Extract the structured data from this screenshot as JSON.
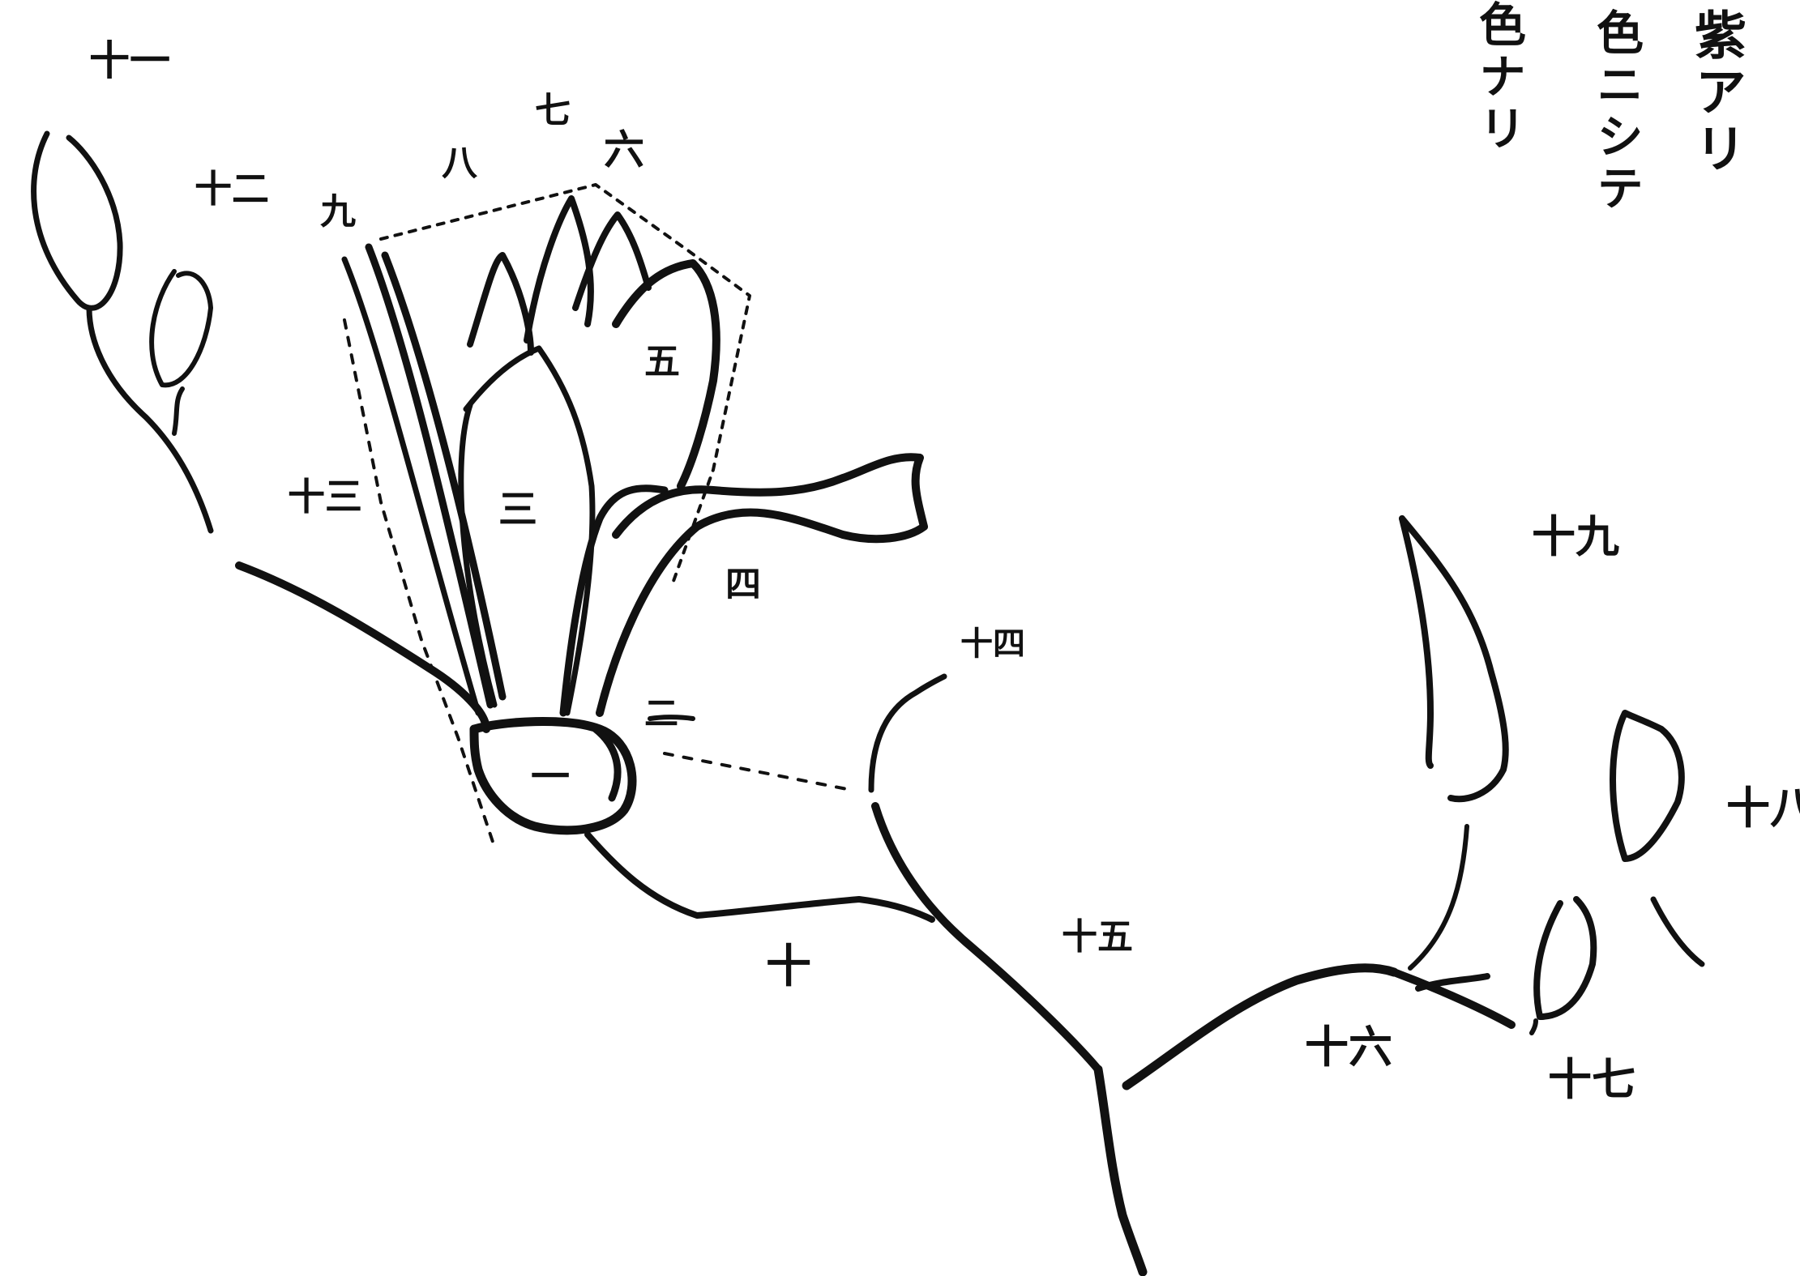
{
  "colors": {
    "ink": "#111111",
    "background": "#ffffff"
  },
  "annotation": {
    "col1": "紫アリ",
    "col2": "色ニシテ",
    "col3": "色ナリ"
  },
  "labels": {
    "l1": "一",
    "l2": "二",
    "l3": "三",
    "l4": "四",
    "l5": "五",
    "l6": "六",
    "l7": "七",
    "l8": "八",
    "l9": "九",
    "l10": "十",
    "l11": "十一",
    "l12": "十二",
    "l13": "十三",
    "l14": "十四",
    "l15": "十五",
    "l16": "十六",
    "l17": "十七",
    "l18": "十八",
    "l19": "十九"
  }
}
